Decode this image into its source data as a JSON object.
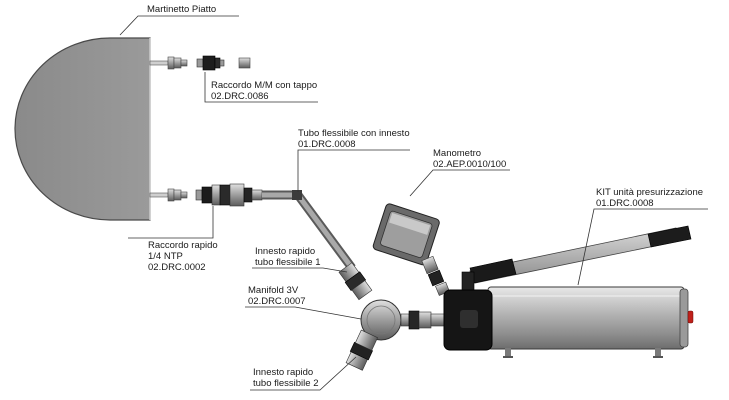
{
  "colors": {
    "grey_body": "#8d8d8d",
    "grey_dark": "#3a3a3a",
    "black_part": "#151515",
    "red_button": "#c0201a",
    "leader": "#333333"
  },
  "labels": {
    "martinetto": {
      "name": "Martinetto Piatto"
    },
    "raccordo_mm": {
      "name": "Raccordo M/M con tappo",
      "code": "02.DRC.0086"
    },
    "tubo": {
      "name": "Tubo flessibile con innesto",
      "code": "01.DRC.0008"
    },
    "manometro": {
      "name": "Manometro",
      "code": "02.AEP.0010/100"
    },
    "kit": {
      "name": "KIT unità presurizzazione",
      "code": "01.DRC.0008"
    },
    "raccordo_rapido": {
      "line1": "Raccordo rapido",
      "line2": "1/4 NTP",
      "code": "02.DRC.0002"
    },
    "innesto1": {
      "line1": "Innesto rapido",
      "line2": "tubo flessibile 1"
    },
    "manifold": {
      "name": "Manifold 3V",
      "code": "02.DRC.0007"
    },
    "innesto2": {
      "line1": "Innesto rapido",
      "line2": "tubo flessibile 2"
    }
  }
}
